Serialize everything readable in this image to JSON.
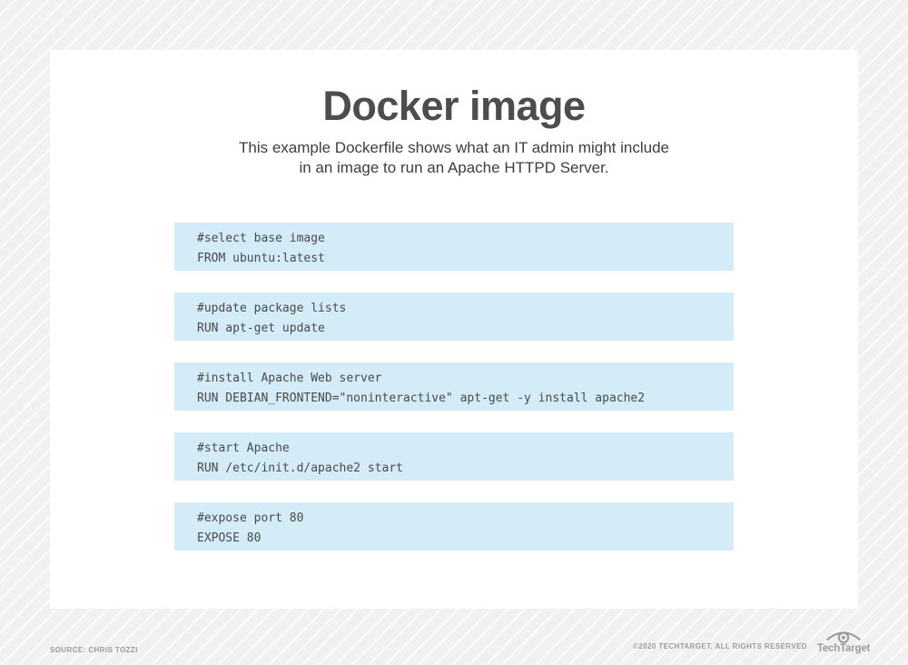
{
  "page": {
    "title": "Docker image",
    "subtitle_lines": [
      "This example Dockerfile shows what an IT admin might include",
      "in an image to run an Apache HTTPD Server."
    ]
  },
  "dockerfile": {
    "blocks": [
      {
        "comment": "#select base image",
        "command": "FROM ubuntu:latest"
      },
      {
        "comment": "#update package lists",
        "command": "RUN apt-get update"
      },
      {
        "comment": "#install Apache Web server",
        "command": "RUN DEBIAN_FRONTEND=\"noninteractive\" apt-get -y install apache2"
      },
      {
        "comment": "#start Apache",
        "command": "RUN /etc/init.d/apache2 start"
      },
      {
        "comment": "#expose port 80",
        "command": "EXPOSE 80"
      }
    ]
  },
  "footer": {
    "source": "SOURCE: CHRIS TOZZI",
    "copyright": "©2020 TECHTARGET. ALL RIGHTS RESERVED",
    "logo_text": "TechTarget",
    "logo_icon": "eye-target-icon"
  },
  "colors": {
    "background": "#f1f1f1",
    "stripe": "#fafafa",
    "card_bg": "#ffffff",
    "title_text": "#4d4d4d",
    "subtitle_text": "#3e3e3e",
    "code_block_bg": "#d3ecf8",
    "code_text": "#4a4a4a",
    "footer_text": "#9b9b9b"
  }
}
